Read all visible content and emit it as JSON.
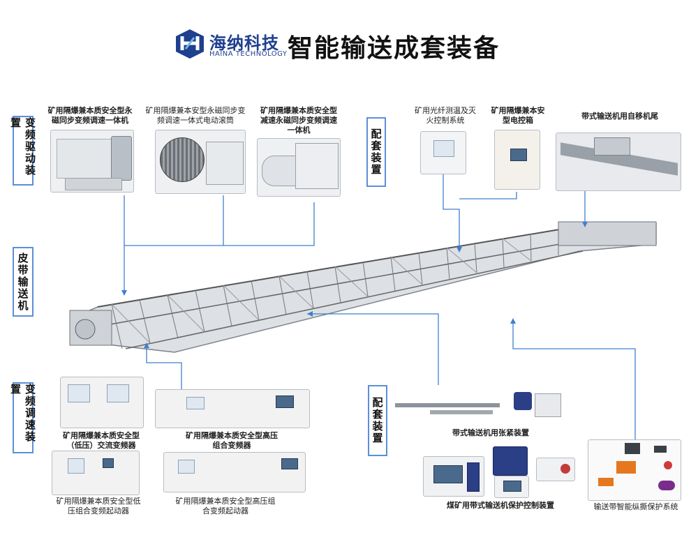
{
  "header": {
    "brand_cn": "海纳科技",
    "brand_en": "HAINA TECHNOLOGY",
    "title": "智能输送成套装备"
  },
  "sections": {
    "drive": "变频驱动装置",
    "conveyor": "皮带输送机",
    "speed": "变频调速装置",
    "support_top": "配套装置",
    "support_bottom": "配套装置"
  },
  "equipment": {
    "motor_integrated": "矿用隔爆兼本质安全型永磁同步变频调速一体机",
    "motor_drum": "矿用隔爆兼本安型永磁同步变频调速一体式电动滚筒",
    "reducer_integrated": "矿用隔爆兼本质安全型减速永磁同步变频调速一体机",
    "fiber_fire": "矿用光纤测温及灭火控制系统",
    "control_box": "矿用隔爆兼本安型电控箱",
    "self_moving_tail": "带式输送机用自移机尾",
    "ac_inverter_low": "矿用隔爆兼本质安全型（低压）交流变频器",
    "hv_inverter": "矿用隔爆兼本质安全型高压组合变频器",
    "lv_starter": "矿用隔爆兼本质安全型低压组合变频起动器",
    "hv_starter": "矿用隔爆兼本质安全型高压组合变频起动器",
    "tensioner": "带式输送机用张紧装置",
    "protection_control": "煤矿用带式输送机保护控制装置",
    "tear_protection": "输送带智能纵撕保护系统"
  },
  "colors": {
    "accent": "#5b8fd6",
    "line": "#3f7fd0",
    "brand": "#1f3f8f"
  }
}
